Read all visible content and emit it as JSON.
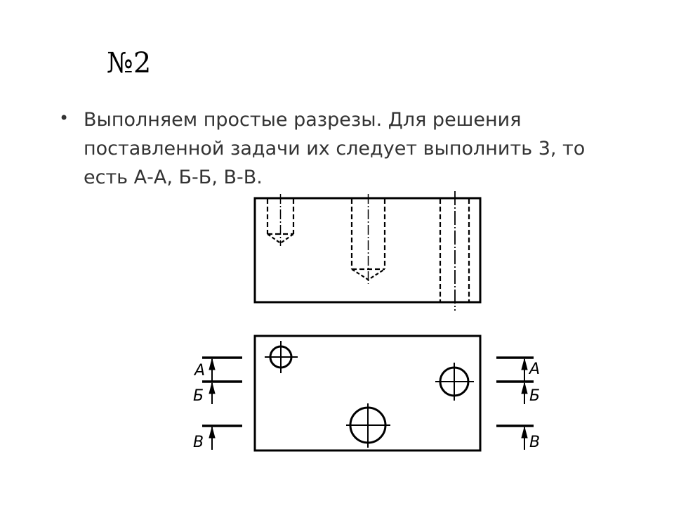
{
  "slide": {
    "title": "№2",
    "bullet_text": "Выполняем простые разрезы. Для решения поставленной задачи их следует выполнить 3, то есть А-А, Б-Б, В-В."
  },
  "drawing": {
    "section_labels": {
      "a_left": "А",
      "b_left": "Б",
      "v_left": "В",
      "a_right": "А",
      "b_right": "Б",
      "v_right": "В"
    }
  }
}
